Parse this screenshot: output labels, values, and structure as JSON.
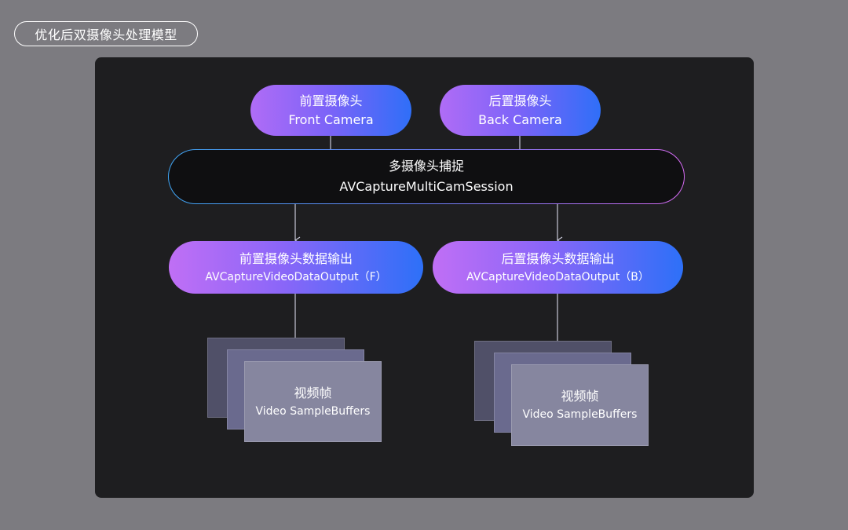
{
  "page_title": "优化后双摄像头处理模型",
  "front_camera": {
    "label_cn": "前置摄像头",
    "label_en": "Front Camera"
  },
  "back_camera": {
    "label_cn": "后置摄像头",
    "label_en": "Back Camera"
  },
  "multi_cam_session": {
    "label_cn": "多摄像头捕捉",
    "label_en": "AVCaptureMultiCamSession"
  },
  "front_output": {
    "label_cn": "前置摄像头数据输出",
    "label_en": "AVCaptureVideoDataOutput（F）"
  },
  "back_output": {
    "label_cn": "后置摄像头数据输出",
    "label_en": "AVCaptureVideoDataOutput（B）"
  },
  "front_frames": {
    "label_cn": "视频帧",
    "label_en": "Video SampleBuffers"
  },
  "back_frames": {
    "label_cn": "视频帧",
    "label_en": "Video SampleBuffers"
  },
  "colors": {
    "background": "#7c7b80",
    "canvas": "#1e1e20",
    "gradient_purple": "#b06cf6",
    "gradient_blue": "#2f6ff8",
    "connector": "#c8c8d8"
  }
}
